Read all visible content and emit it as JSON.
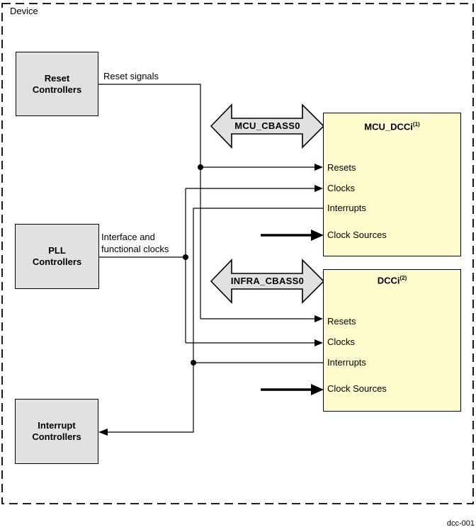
{
  "device_label": "Device",
  "figure_label": "dcc-001",
  "colors": {
    "box_gray": "#e1e1e1",
    "box_yellow": "#fdfacb",
    "line": "#000000"
  },
  "boxes": {
    "reset_controllers": {
      "line1": "Reset",
      "line2": "Controllers"
    },
    "pll_controllers": {
      "line1": "PLL",
      "line2": "Controllers"
    },
    "interrupt_controllers": {
      "line1": "Interrupt",
      "line2": "Controllers"
    },
    "mcu_dcc": {
      "title": "MCU_DCCi",
      "superscript": "(1)",
      "ports": [
        "Resets",
        "Clocks",
        "Interrupts",
        "Clock Sources"
      ]
    },
    "dcc": {
      "title": "DCCi",
      "superscript": "(2)",
      "ports": [
        "Resets",
        "Clocks",
        "Interrupts",
        "Clock Sources"
      ]
    }
  },
  "buses": {
    "mcu": "MCU_CBASS0",
    "infra": "INFRA_CBASS0"
  },
  "wire_labels": {
    "reset": "Reset signals",
    "clocks_line1": "Interface and",
    "clocks_line2": "functional clocks"
  }
}
